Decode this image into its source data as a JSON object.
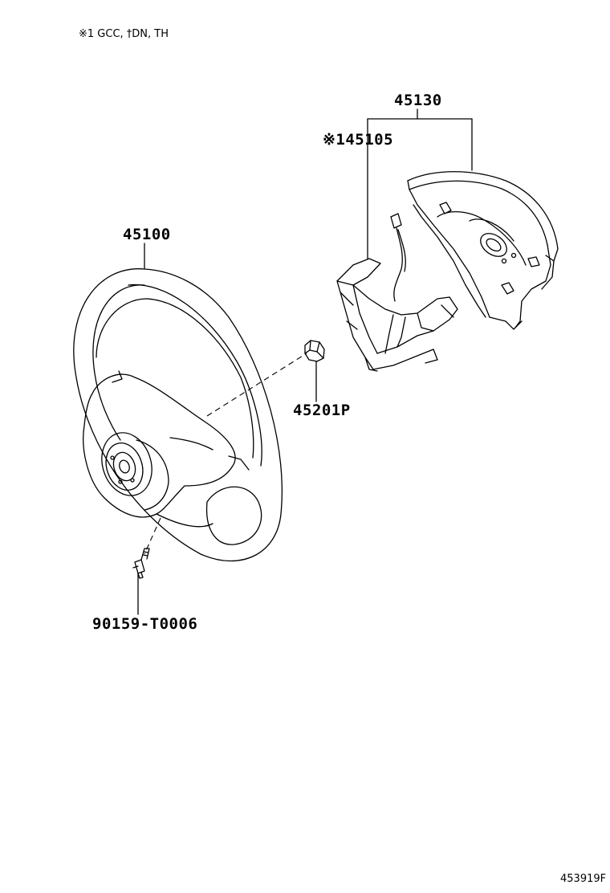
{
  "note": "※1 GCC, †DN, TH",
  "parts": {
    "airbag_assembly": "45130",
    "airbag_sub": "※145105",
    "steering_wheel": "45100",
    "nut": "45201P",
    "bolt": "90159-T0006"
  },
  "illustration_ref": "453919F",
  "colors": {
    "line": "#000000",
    "background": "#ffffff"
  }
}
